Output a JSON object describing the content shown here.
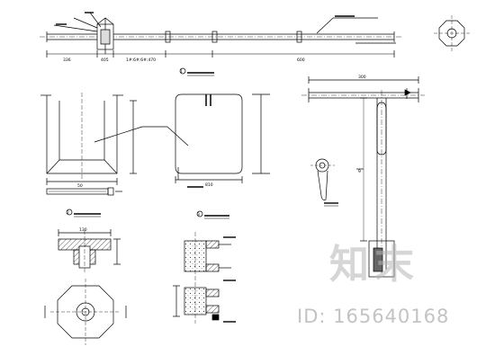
{
  "drawing": {
    "stroke_color": "#000000",
    "hatch_color": "#333333",
    "watermark_color": "#b4b4b4"
  },
  "views": {
    "handle_elevation": {
      "dims": [
        "336",
        "405",
        "1#:6#:6#:470",
        "600"
      ]
    },
    "panel_left": {
      "label": "1",
      "dims": [
        "50"
      ]
    },
    "panel_center": {
      "label": "2",
      "dims": [
        "810"
      ]
    },
    "t_handle": {
      "label": "3",
      "dims": [
        "300",
        "9"
      ]
    },
    "cap_section": {
      "dims": [
        "130"
      ]
    },
    "connector": {
      "dims": []
    }
  },
  "watermark": {
    "brand": "知末",
    "id_text": "ID: 165640168"
  }
}
